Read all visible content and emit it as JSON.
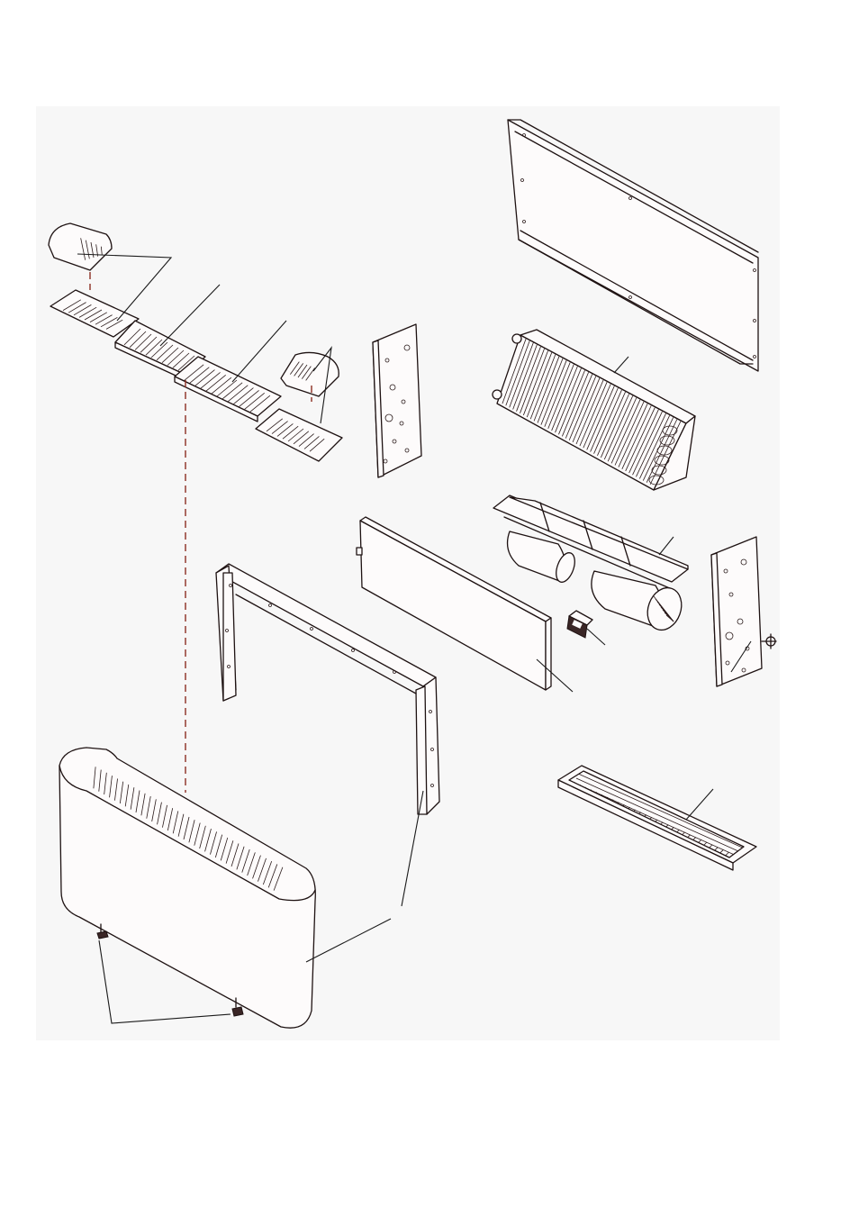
{
  "figure": {
    "caption": "",
    "background": "#ffffff",
    "panel_background": "#f7f7f7",
    "line_color": "#1e1212",
    "dash_color": "#8c2e22",
    "parts": [
      "grille-end-cap-left",
      "grille-end-base-left",
      "grille-section-1",
      "grille-section-2",
      "grille-end-cap-right",
      "grille-end-base-right",
      "side-bracket-left",
      "back-panel",
      "heat-exchanger-coil",
      "fan-scroll-assembly",
      "insulation-panel",
      "speed-switch",
      "side-bracket-right",
      "front-frame",
      "air-filter",
      "cabinet-casing",
      "adjustable-feet"
    ]
  }
}
